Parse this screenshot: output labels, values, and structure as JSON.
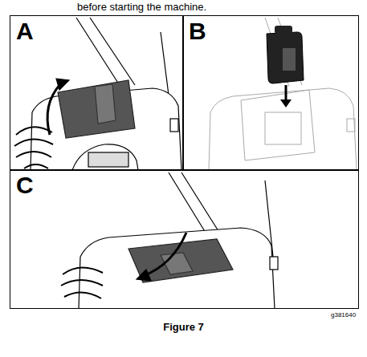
{
  "diagram": {
    "caption": "Figure 7",
    "nodes": [
      {
        "text": [
          "A"
        ]
      },
      {
        "text": [
          "B"
        ]
      },
      {
        "text": [
          "C"
        ]
      }
    ],
    "labels": [
      "before starting the machine.",
      "g381640"
    ]
  }
}
